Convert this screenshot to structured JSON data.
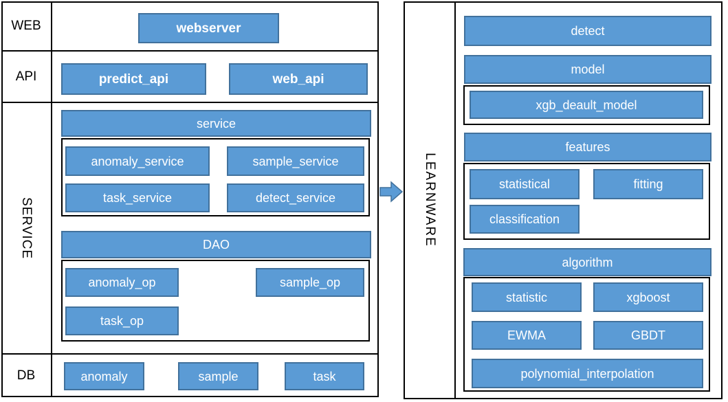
{
  "colors": {
    "box_fill": "#5b9bd5",
    "box_border": "#41719c",
    "panel_border": "#000000",
    "box_text": "#ffffff",
    "label_text": "#000000"
  },
  "left": {
    "row_labels": {
      "web": "WEB",
      "api": "API",
      "service": "SERVICE",
      "db": "DB"
    },
    "boxes": {
      "webserver": "webserver",
      "predict_api": "predict_api",
      "web_api": "web_api",
      "service_header": "service",
      "anomaly_service": "anomaly_service",
      "sample_service": "sample_service",
      "task_service": "task_service",
      "detect_service": "detect_service",
      "dao_header": "DAO",
      "anomaly_op": "anomaly_op",
      "sample_op": "sample_op",
      "task_op": "task_op",
      "anomaly": "anomaly",
      "sample": "sample",
      "task": "task"
    }
  },
  "arrow": {
    "icon": "right-arrow"
  },
  "right": {
    "panel_label": "LEARNWARE",
    "boxes": {
      "detect": "detect",
      "model_header": "model",
      "xgb_deault_model": "xgb_deault_model",
      "features_header": "features",
      "statistical": "statistical",
      "fitting": "fitting",
      "classification": "classification",
      "algorithm_header": "algorithm",
      "statistic": "statistic",
      "xgboost": "xgboost",
      "ewma": "EWMA",
      "gbdt": "GBDT",
      "polynomial_interpolation": "polynomial_interpolation"
    }
  }
}
